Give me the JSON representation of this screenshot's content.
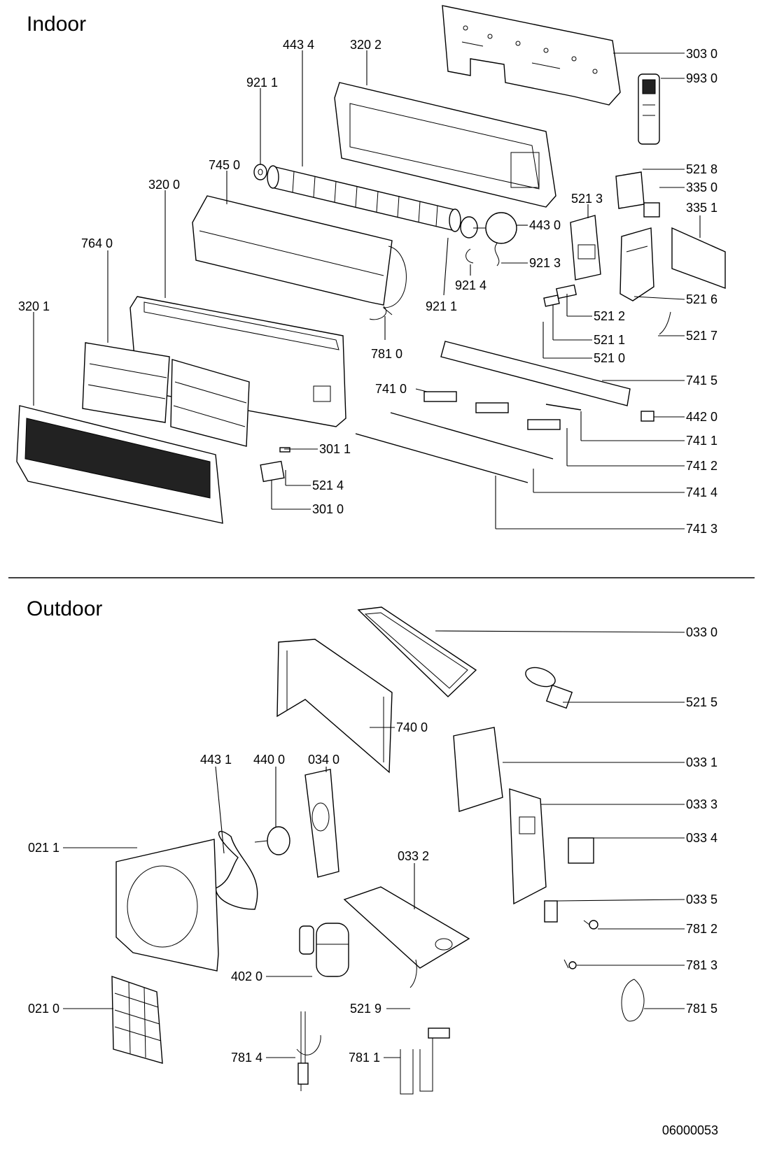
{
  "sections": {
    "indoor": "Indoor",
    "outdoor": "Outdoor"
  },
  "reference_code": "06000053",
  "indoor_labels": {
    "p3030": "303 0",
    "p9930": "993 0",
    "p4434": "443 4",
    "p3202": "320 2",
    "p9211a": "921 1",
    "p7450": "745 0",
    "p3200": "320 0",
    "p5218": "521 8",
    "p3350": "335 0",
    "p3351": "335 1",
    "p5213": "521 3",
    "p4430": "443 0",
    "p9213": "921 3",
    "p9214": "921 4",
    "p9211b": "921 1",
    "p7640": "764 0",
    "p3201": "320 1",
    "p5216": "521 6",
    "p5212": "521 2",
    "p5217": "521 7",
    "p5211": "521 1",
    "p5210": "521 0",
    "p7810": "781 0",
    "p7415": "741 5",
    "p7410": "741 0",
    "p4420": "442 0",
    "p7411": "741 1",
    "p3011": "301 1",
    "p7412": "741 2",
    "p5214": "521 4",
    "p7414": "741 4",
    "p3010": "301 0",
    "p7413": "741 3"
  },
  "outdoor_labels": {
    "p0330": "033 0",
    "p5215": "521 5",
    "p7400": "740 0",
    "p4431": "443 1",
    "p4400": "440 0",
    "p0340": "034 0",
    "p0331": "033 1",
    "p0333": "033 3",
    "p0211": "021 1",
    "p0332": "033 2",
    "p0334": "033 4",
    "p0335": "033 5",
    "p7812": "781 2",
    "p4020": "402 0",
    "p7813": "781 3",
    "p0210": "021 0",
    "p5219": "521 9",
    "p7815": "781 5",
    "p7814": "781 4",
    "p7811": "781 1"
  }
}
